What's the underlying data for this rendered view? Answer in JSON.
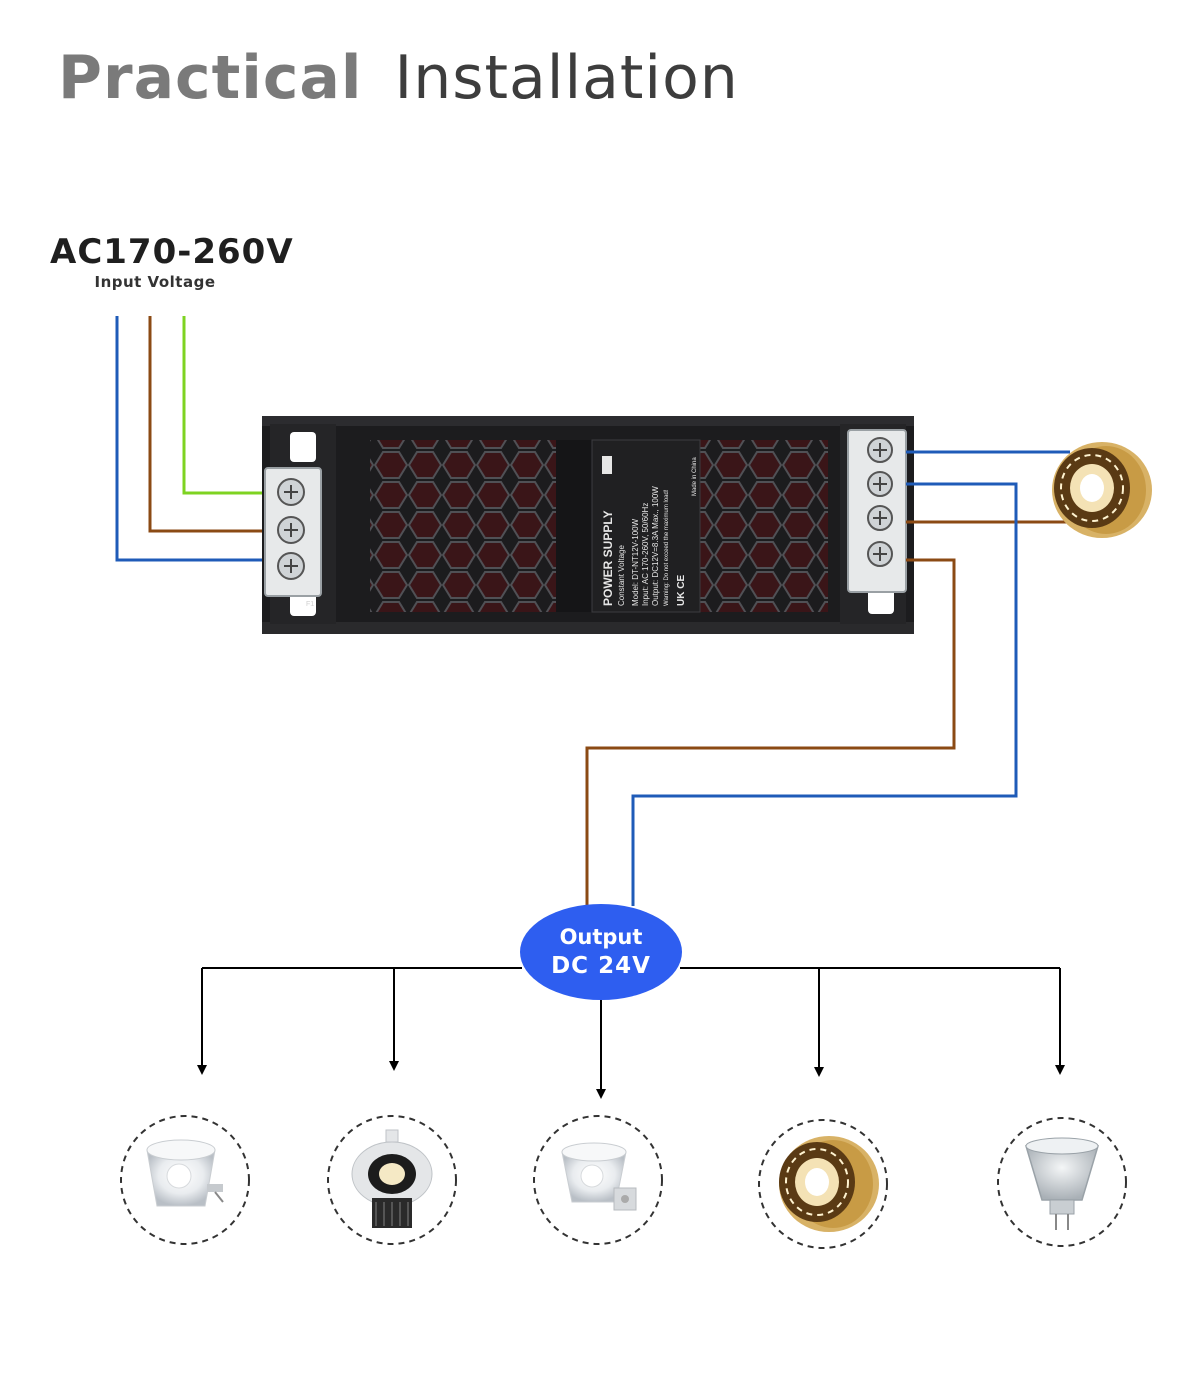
{
  "title": {
    "bold": "Practical",
    "light": "Installation"
  },
  "input": {
    "voltage": "AC170-260V",
    "label": "Input Voltage"
  },
  "output": {
    "label": "Output",
    "voltage": "DC 24V"
  },
  "device": {
    "heading": "POWER SUPPLY",
    "subheading": "Constant Voltage",
    "model": "Model: DT-NT12V-100W",
    "input_spec": "Input: AC 170-260V, 50/60Hz",
    "output_spec": "Output: DC12V=8.3A Max., 100W",
    "warning": "Warning: Do not exceed the maximum load!",
    "origin": "Made in China",
    "marks": "UK CE",
    "fuse": "F1"
  },
  "loads": [
    {
      "icon": "mr16-spotlight-icon"
    },
    {
      "icon": "recessed-downlight-icon"
    },
    {
      "icon": "gu10-spotlight-icon"
    },
    {
      "icon": "led-strip-reel-icon"
    },
    {
      "icon": "mr11-glass-bulb-icon"
    }
  ],
  "colors": {
    "live_wire": "#8b4a14",
    "neutral_wire": "#1f5bb8",
    "earth_wire": "#7ed321",
    "output_bubble": "#2e5ef0",
    "device_body": "#1c1c1e"
  }
}
